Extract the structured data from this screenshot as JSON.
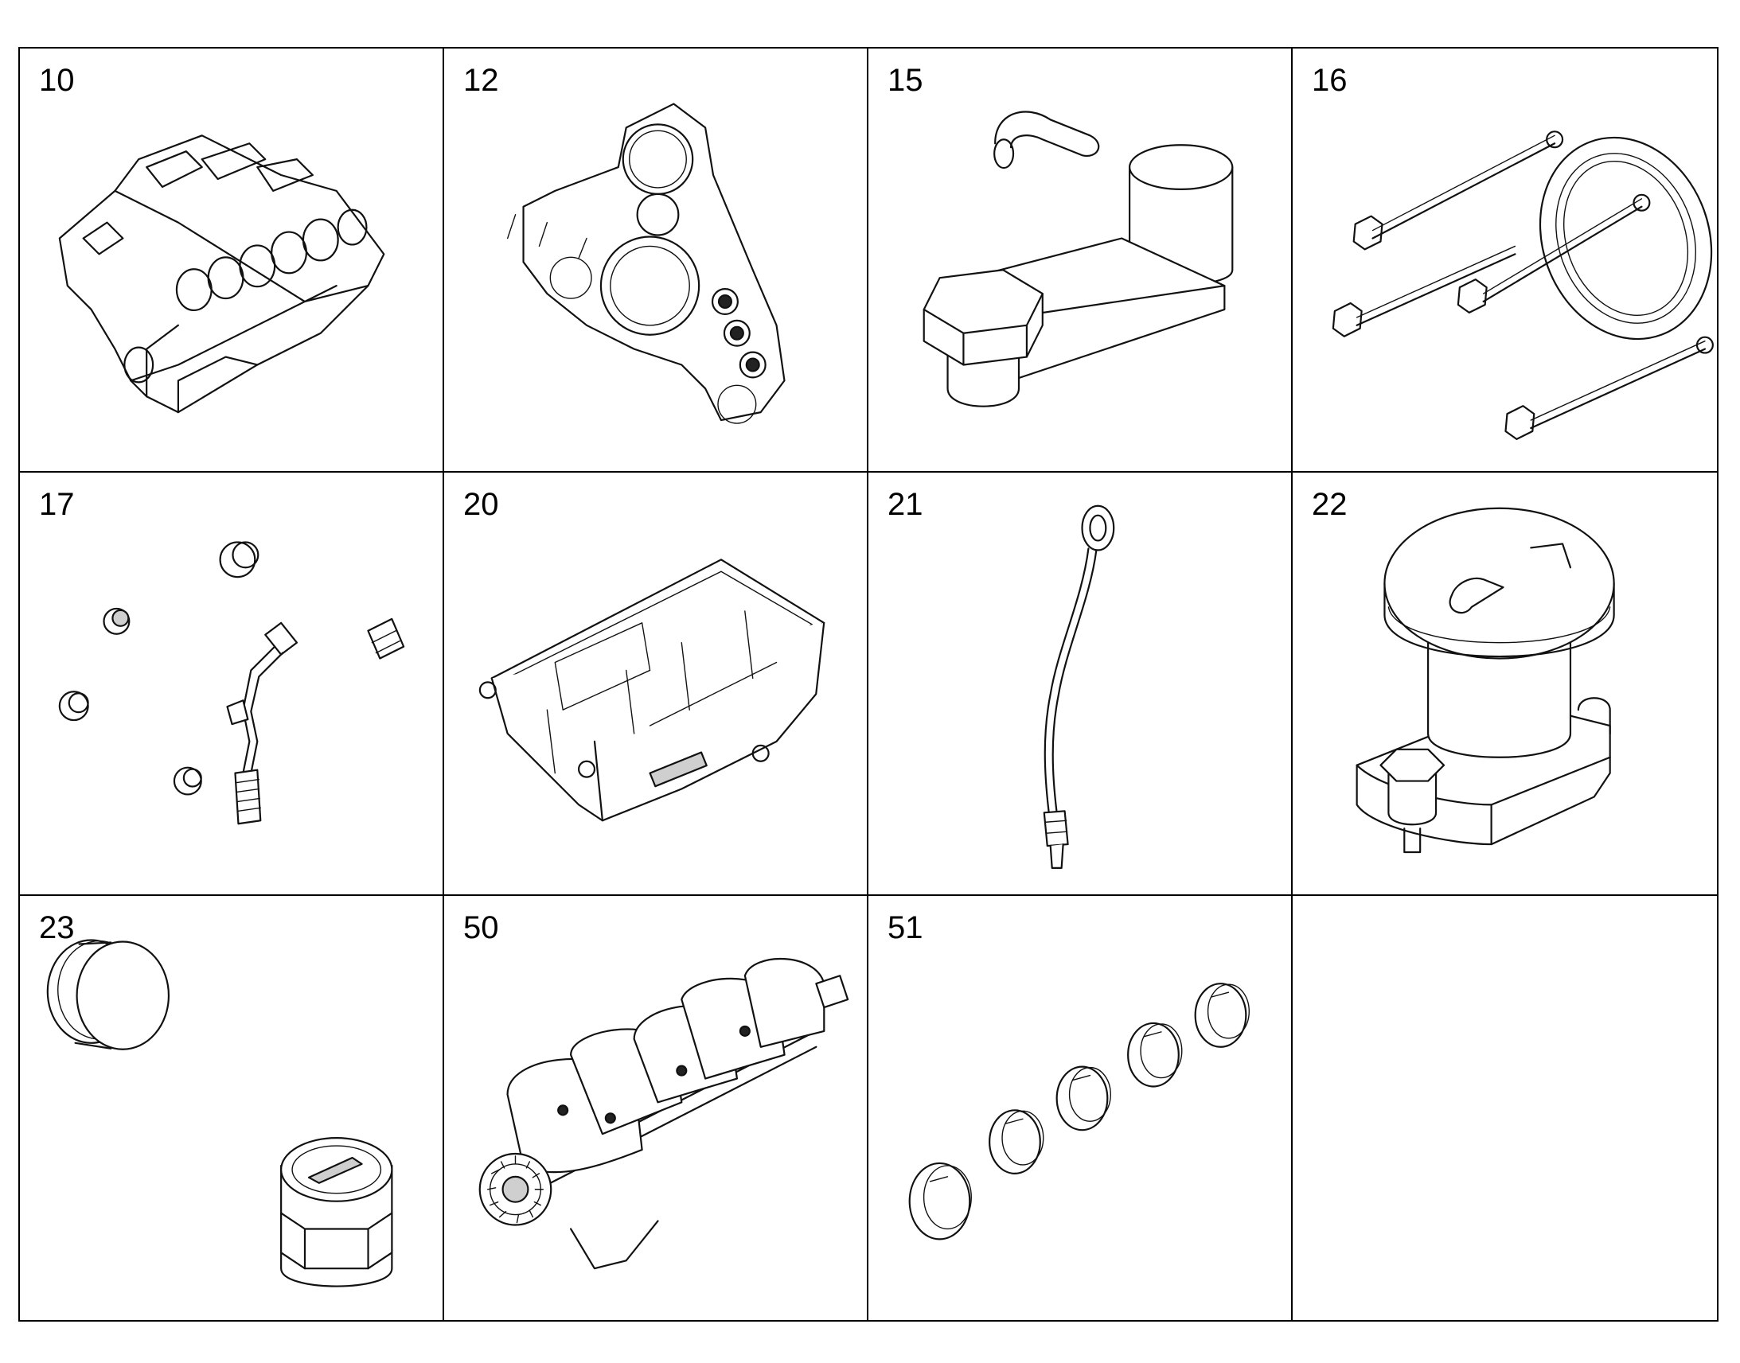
{
  "parts": [
    {
      "number": "10",
      "icon": "engine-block-icon"
    },
    {
      "number": "12",
      "icon": "timing-case-icon"
    },
    {
      "number": "15",
      "icon": "oil-filter-housing-icon"
    },
    {
      "number": "16",
      "icon": "flange-bolt-kit-icon"
    },
    {
      "number": "17",
      "icon": "plugs-and-fittings-icon"
    },
    {
      "number": "20",
      "icon": "oil-pan-icon"
    },
    {
      "number": "21",
      "icon": "dipstick-icon"
    },
    {
      "number": "22",
      "icon": "breather-cap-icon"
    },
    {
      "number": "23",
      "icon": "screw-plug-icon"
    },
    {
      "number": "50",
      "icon": "crankshaft-icon"
    },
    {
      "number": "51",
      "icon": "bearing-shells-icon"
    },
    {
      "number": "",
      "icon": ""
    }
  ]
}
